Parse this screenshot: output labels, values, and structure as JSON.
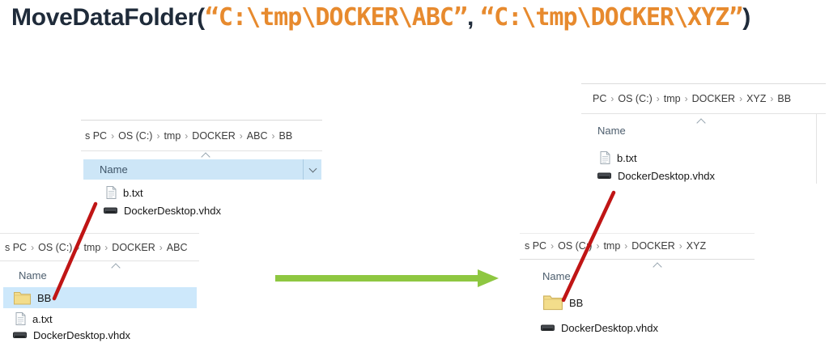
{
  "title": {
    "function_name": "MoveDataFolder(",
    "source_path": "“C:\\tmp\\DOCKER\\ABC”",
    "separator": ", ",
    "dest_path": "“C:\\tmp\\DOCKER\\XYZ”",
    "closing_paren": ")"
  },
  "colors": {
    "title_dark": "#1F2B3A",
    "accent_orange": "#E78A2E",
    "arrow_green": "#8EC741",
    "connector_red": "#C01515",
    "selection_blue": "#CDE8FB",
    "header_blue": "#CDE6F7",
    "folder_yellow": "#F3DD8B"
  },
  "chrome": {
    "crumb_separator": "›"
  },
  "windows": {
    "source_child": {
      "breadcrumb": [
        "s PC",
        "OS (C:)",
        "tmp",
        "DOCKER",
        "ABC",
        "BB"
      ],
      "column_header": "Name",
      "items": [
        {
          "label": "b.txt"
        },
        {
          "label": "DockerDesktop.vhdx"
        }
      ]
    },
    "dest_child": {
      "breadcrumb": [
        "PC",
        "OS (C:)",
        "tmp",
        "DOCKER",
        "XYZ",
        "BB"
      ],
      "column_header": "Name",
      "items": [
        {
          "label": "b.txt"
        },
        {
          "label": "DockerDesktop.vhdx"
        }
      ]
    },
    "source_parent": {
      "breadcrumb": [
        "s PC",
        "OS (C:)",
        "tmp",
        "DOCKER",
        "ABC"
      ],
      "column_header": "Name",
      "items": [
        {
          "label": "BB",
          "selected": true
        },
        {
          "label": "a.txt"
        },
        {
          "label": "DockerDesktop.vhdx"
        }
      ]
    },
    "dest_parent": {
      "breadcrumb": [
        "s PC",
        "OS (C:)",
        "tmp",
        "DOCKER",
        "XYZ"
      ],
      "column_header": "Name",
      "items": [
        {
          "label": "BB"
        },
        {
          "label": "DockerDesktop.vhdx"
        }
      ]
    }
  }
}
